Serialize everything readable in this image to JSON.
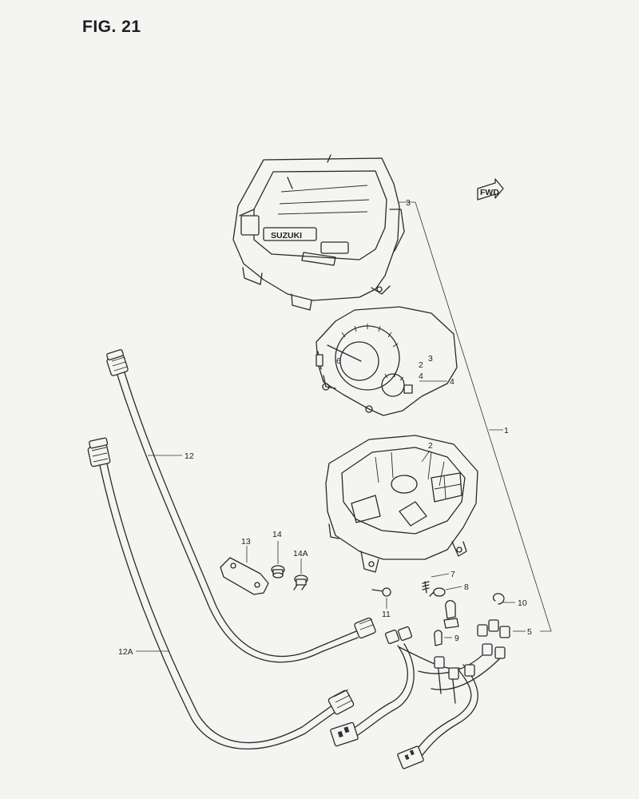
{
  "figure": {
    "title": "FIG. 21"
  },
  "fwd_badge": "FWD",
  "callouts": {
    "p1": "1",
    "p2": "2",
    "p3": "3",
    "p4": "4",
    "p5": "5",
    "p7": "7",
    "p8": "8",
    "p9": "9",
    "p10": "10",
    "p11": "11",
    "p12": "12",
    "p12a": "12A",
    "p13": "13",
    "p14": "14",
    "p14a": "14A"
  },
  "part_markings": {
    "logo": "SUZUKI",
    "tach_six": "6",
    "scale_digits": [
      "2",
      "3",
      "4"
    ]
  }
}
